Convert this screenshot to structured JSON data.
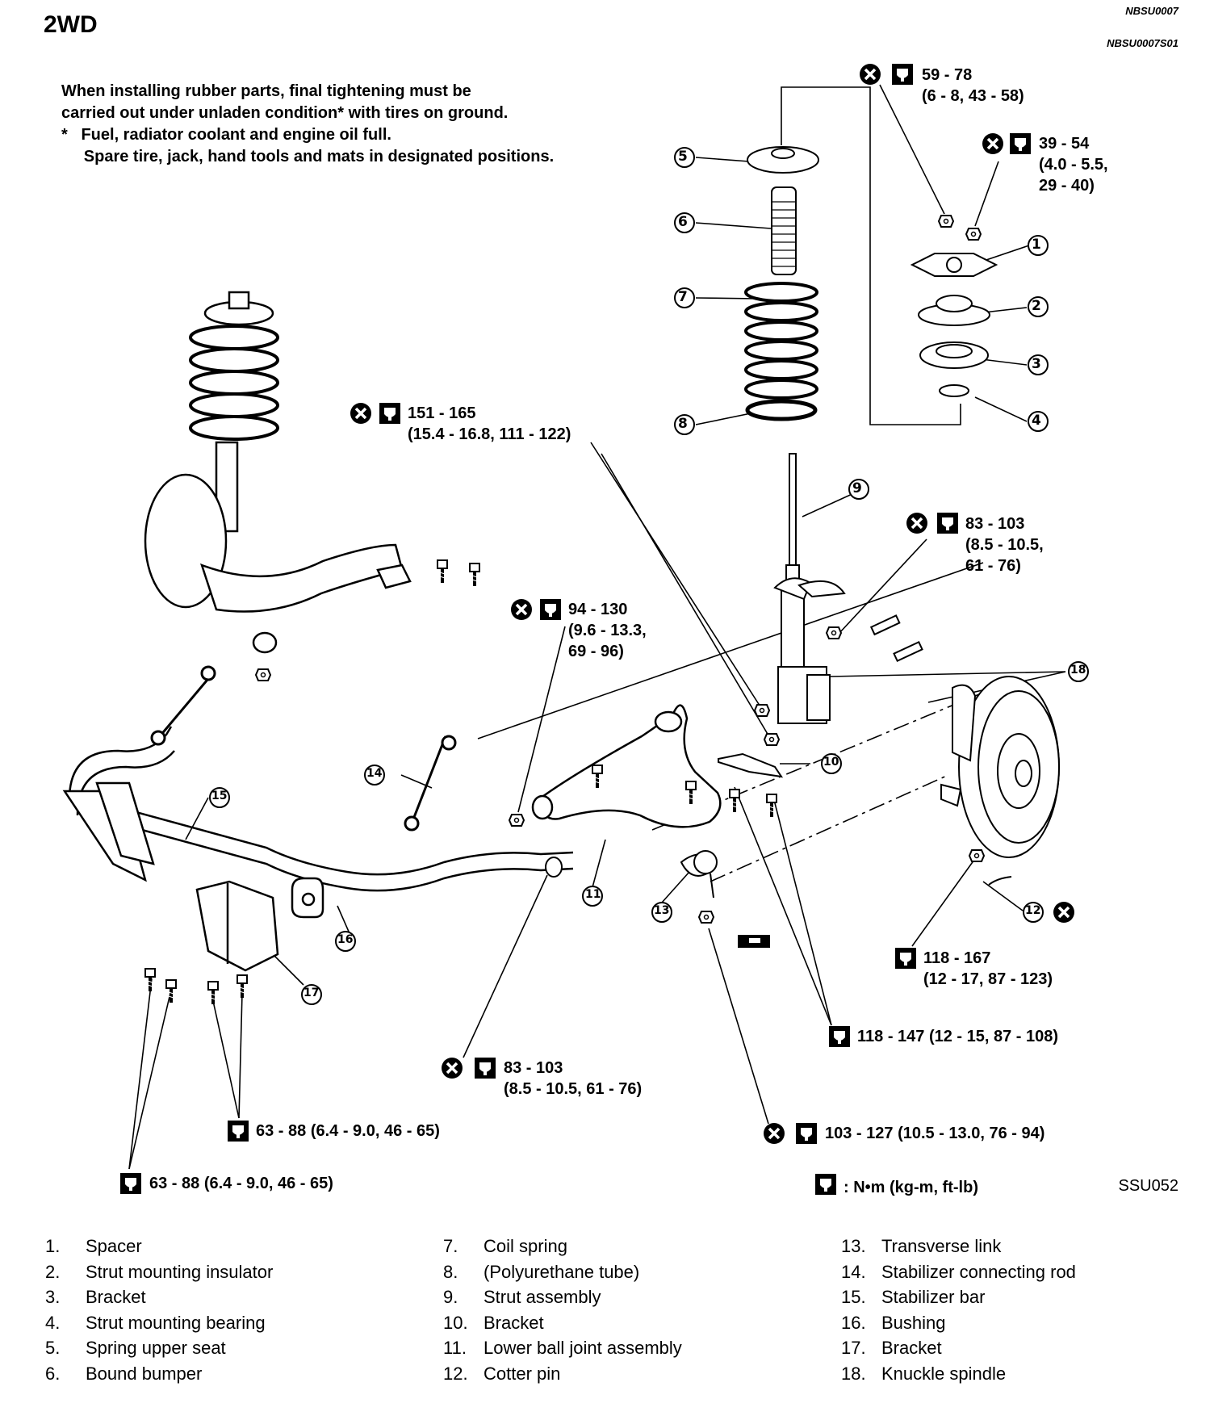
{
  "header": {
    "title": "2WD",
    "code1": "NBSU0007",
    "code2": "NBSU0007S01",
    "figure_id": "SSU052"
  },
  "note": {
    "line1": "When installing rubber parts, final tightening must be",
    "line2": "carried out under unladen condition* with tires on ground.",
    "line3": "*   Fuel, radiator coolant and engine oil full.",
    "line4": "     Spare tire, jack, hand tools and mats in designated positions."
  },
  "torque": {
    "t1": "59 - 78\n(6 - 8, 43 - 58)",
    "t2": "39 - 54\n(4.0 - 5.5,\n29 - 40)",
    "t3": "151 - 165\n(15.4 - 16.8, 111 - 122)",
    "t4": "83 - 103\n(8.5 - 10.5,\n61 - 76)",
    "t5": "94 - 130\n(9.6 - 13.3,\n69 - 96)",
    "t6": "118 - 167\n(12 - 17, 87 - 123)",
    "t7": "118 - 147 (12 - 15, 87 - 108)",
    "t8": "83 - 103\n(8.5 - 10.5, 61 - 76)",
    "t9": "103 - 127 (10.5 - 13.0, 76 - 94)",
    "t10": "63 - 88 (6.4 - 9.0, 46 - 65)",
    "t11": "63 - 88 (6.4 - 9.0, 46 - 65)"
  },
  "unit_note": ":  N•m (kg-m, ft-lb)",
  "callouts": [
    "1",
    "2",
    "3",
    "4",
    "5",
    "6",
    "7",
    "8",
    "9",
    "10",
    "11",
    "12",
    "13",
    "14",
    "15",
    "16",
    "17",
    "18"
  ],
  "legend": [
    {
      "num": "1.",
      "name": "Spacer"
    },
    {
      "num": "2.",
      "name": "Strut mounting insulator"
    },
    {
      "num": "3.",
      "name": "Bracket"
    },
    {
      "num": "4.",
      "name": "Strut mounting bearing"
    },
    {
      "num": "5.",
      "name": "Spring upper seat"
    },
    {
      "num": "6.",
      "name": "Bound bumper"
    },
    {
      "num": "7.",
      "name": "Coil spring"
    },
    {
      "num": "8.",
      "name": "(Polyurethane tube)"
    },
    {
      "num": "9.",
      "name": "Strut assembly"
    },
    {
      "num": "10.",
      "name": "Bracket"
    },
    {
      "num": "11.",
      "name": "Lower ball joint assembly"
    },
    {
      "num": "12.",
      "name": "Cotter pin"
    },
    {
      "num": "13.",
      "name": "Transverse link"
    },
    {
      "num": "14.",
      "name": "Stabilizer connecting rod"
    },
    {
      "num": "15.",
      "name": "Stabilizer bar"
    },
    {
      "num": "16.",
      "name": "Bushing"
    },
    {
      "num": "17.",
      "name": "Bracket"
    },
    {
      "num": "18.",
      "name": "Knuckle spindle"
    }
  ]
}
